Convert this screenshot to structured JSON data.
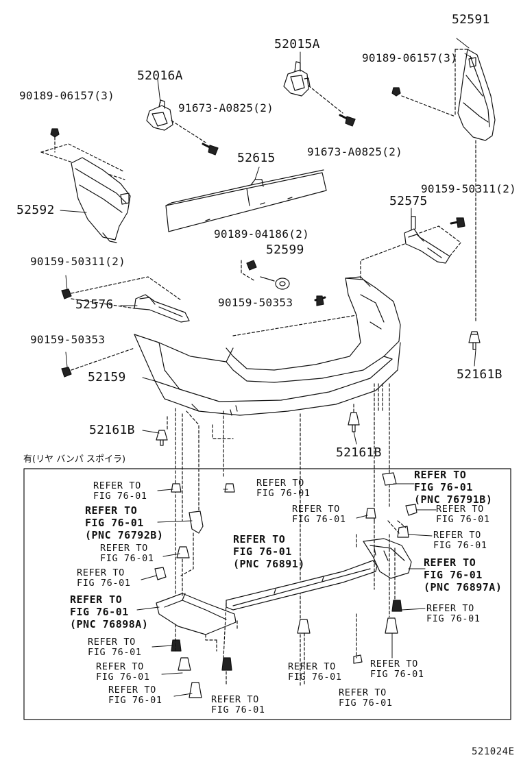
{
  "parts": {
    "p52591": "52591",
    "p52015a": "52015A",
    "p90189_06157_r": "90189-06157(3)",
    "p52016a": "52016A",
    "p90189_06157_l": "90189-06157(3)",
    "p91673_a": "91673-A0825(2)",
    "p91673_b": "91673-A0825(2)",
    "p52615": "52615",
    "p90159_50311_r": "90159-50311(2)",
    "p52592": "52592",
    "p52575": "52575",
    "p90189_04186": "90189-04186(2)",
    "p52599": "52599",
    "p90159_50311_l": "90159-50311(2)",
    "p52576": "52576",
    "p90159_50353_c": "90159-50353",
    "p90159_50353_l": "90159-50353",
    "p52159": "52159",
    "p52161b_r": "52161B",
    "p52161b_l": "52161B",
    "p52161b_c": "52161B"
  },
  "box_note": "有(リヤ バンパ スポイラ)",
  "refs": {
    "r1": "REFER TO\nFIG 76-01",
    "r2": "REFER TO\nFIG 76-01",
    "r3": "REFER TO\nFIG 76-01\n(PNC 76791B)",
    "r4": "REFER TO\nFIG 76-01\n(PNC 76792B)",
    "r5": "REFER TO\nFIG 76-01",
    "r6": "REFER TO\nFIG 76-01",
    "r7": "REFER TO\nFIG 76-01",
    "r8": "REFER TO\nFIG 76-01\n(PNC 76891)",
    "r9": "REFER TO\nFIG 76-01",
    "r10": "REFER TO\nFIG 76-01",
    "r11": "REFER TO\nFIG 76-01\n(PNC 76897A)",
    "r12": "REFER TO\nFIG 76-01\n(PNC 76898A)",
    "r13": "REFER TO\nFIG 76-01",
    "r14": "REFER TO\nFIG 76-01",
    "r15": "REFER TO\nFIG 76-01",
    "r16": "REFER TO\nFIG 76-01",
    "r17": "REFER TO\nFIG 76-01",
    "r18": "REFER TO\nFIG 76-01",
    "r19": "REFER TO\nFIG 76-01",
    "r20": "REFER TO\nFIG 76-01"
  },
  "figure_code": "521024E"
}
